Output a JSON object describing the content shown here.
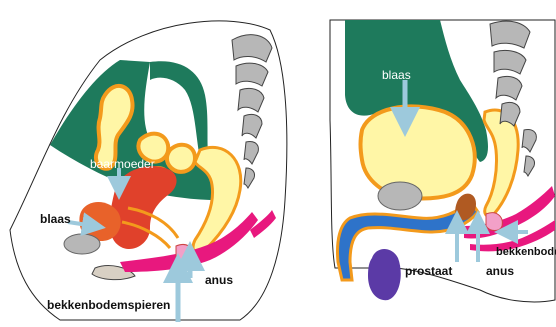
{
  "female_panel": {
    "labels": {
      "uterus": "baarmoeder",
      "bladder": "blaas",
      "pelvic_floor": "bekkenbodemspieren",
      "anus": "anus"
    }
  },
  "male_panel": {
    "labels": {
      "bladder": "blaas",
      "prostate": "prostaat",
      "anus": "anus",
      "pelvic_floor": "bekkenbode"
    }
  },
  "colors": {
    "peritoneum_green": "#1e7a5c",
    "bladder_yellow": "#fff6a6",
    "outline_orange": "#f39a1c",
    "uterus_red": "#e0412b",
    "muscle_magenta": "#e8187e",
    "bone_gray": "#b7b7b7",
    "arrow_blue": "#9dc9dc",
    "urethra_blue": "#2e73c9",
    "prostate_brown": "#b05a22",
    "testis_purple": "#5b3aa6"
  }
}
